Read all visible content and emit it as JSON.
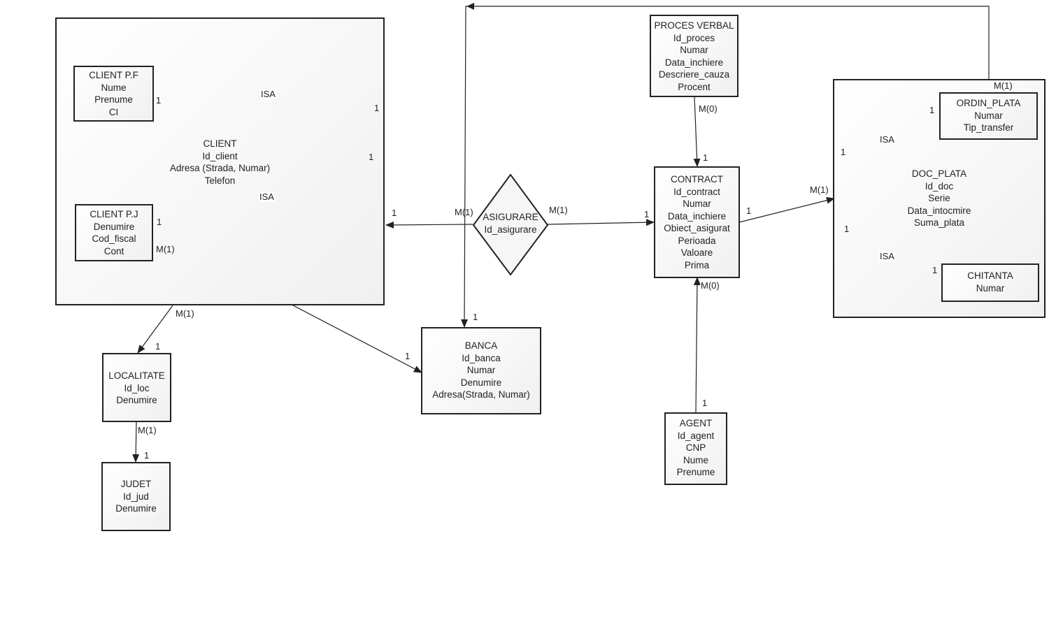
{
  "entities": {
    "client": {
      "title": "CLIENT",
      "attrs": [
        "Id_client",
        "Adresa (Strada, Numar)",
        "Telefon"
      ]
    },
    "client_pf": {
      "title": "CLIENT P.F",
      "attrs": [
        "Nume",
        "Prenume",
        "CI"
      ]
    },
    "client_pj": {
      "title": "CLIENT P.J",
      "attrs": [
        "Denumire",
        "Cod_fiscal",
        "Cont"
      ]
    },
    "localitate": {
      "title": "LOCALITATE",
      "attrs": [
        "Id_loc",
        "Denumire"
      ]
    },
    "judet": {
      "title": "JUDET",
      "attrs": [
        "Id_jud",
        "Denumire"
      ]
    },
    "banca": {
      "title": "BANCA",
      "attrs": [
        "Id_banca",
        "Numar",
        "Denumire",
        "Adresa(Strada, Numar)"
      ]
    },
    "asigurare": {
      "title": "ASIGURARE",
      "attrs": [
        "Id_asigurare"
      ]
    },
    "proces_verbal": {
      "title": "PROCES VERBAL",
      "attrs": [
        "Id_proces",
        "Numar",
        "Data_inchiere",
        "Descriere_cauza",
        "Procent"
      ]
    },
    "contract": {
      "title": "CONTRACT",
      "attrs": [
        "Id_contract",
        "Numar",
        "Data_inchiere",
        "Obiect_asigurat",
        "Perioada",
        "Valoare",
        "Prima"
      ]
    },
    "agent": {
      "title": "AGENT",
      "attrs": [
        "Id_agent",
        "CNP",
        "Nume",
        "Prenume"
      ]
    },
    "doc_plata": {
      "title": "DOC_PLATA",
      "attrs": [
        "Id_doc",
        "Serie",
        "Data_intocmire",
        "Suma_plata"
      ]
    },
    "ordin_plata": {
      "title": "ORDIN_PLATA",
      "attrs": [
        "Numar",
        "Tip_transfer"
      ]
    },
    "chitanta": {
      "title": "CHITANTA",
      "attrs": [
        "Numar"
      ]
    }
  },
  "labels": {
    "isa": "ISA",
    "one": "1",
    "m1": "M(1)",
    "m0": "M(0)"
  },
  "colors": {
    "line": "#222222",
    "fill": "#f2f2f2"
  }
}
